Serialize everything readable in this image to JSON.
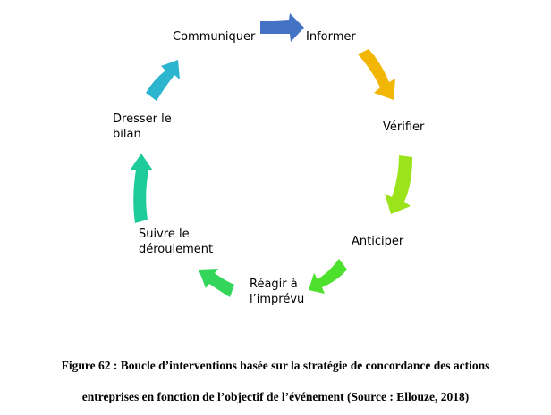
{
  "diagram": {
    "steps": [
      {
        "id": "communiquer",
        "label": "Communiquer"
      },
      {
        "id": "informer",
        "label": "Informer"
      },
      {
        "id": "verifier",
        "label": "Vérifier"
      },
      {
        "id": "anticiper",
        "label": "Anticiper"
      },
      {
        "id": "reagir",
        "label": "Réagir à\nl’imprévu"
      },
      {
        "id": "suivre",
        "label": "Suivre le\ndéroulement"
      },
      {
        "id": "dresser",
        "label": "Dresser le\nbilan"
      }
    ],
    "arrows": [
      {
        "id": "communiquer-to-informer",
        "color": "#4472C4"
      },
      {
        "id": "informer-to-verifier",
        "color": "#F2B705"
      },
      {
        "id": "verifier-to-anticiper",
        "color": "#9BE31B"
      },
      {
        "id": "anticiper-to-reagir",
        "color": "#4DE02D"
      },
      {
        "id": "reagir-to-suivre",
        "color": "#33D65A"
      },
      {
        "id": "suivre-to-dresser",
        "color": "#1DCC9A"
      },
      {
        "id": "dresser-to-communiquer",
        "color": "#2CB5CF"
      }
    ]
  },
  "caption": {
    "line1": "Figure 62 : Boucle d’interventions basée sur la stratégie de concordance des actions",
    "line2": "entreprises en fonction de l’objectif de l’événement (Source : Ellouze, 2018)"
  }
}
